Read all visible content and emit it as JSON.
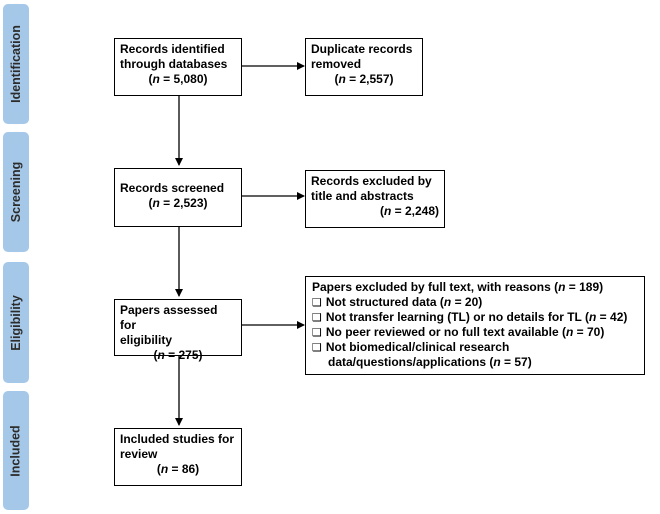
{
  "phases": {
    "identification": "Identification",
    "screening": "Screening",
    "eligibility": "Eligibility",
    "included": "Included"
  },
  "records_identified": {
    "line1": "Records identified",
    "line2": "through databases",
    "n_label": "n",
    "n_value": " = 5,080)"
  },
  "duplicates": {
    "line1": "Duplicate records",
    "line2": "removed",
    "n_label": "n",
    "n_value": " = 2,557)"
  },
  "screened": {
    "line1": "Records screened",
    "n_label": "n",
    "n_value": " = 2,523)"
  },
  "excluded_title": {
    "line1": "Records excluded by",
    "line2": "title and abstracts",
    "n_label": "n",
    "n_value": " = 2,248)"
  },
  "assessed": {
    "line1": "Papers assessed for",
    "line2": "eligibility",
    "n_label": "n",
    "n_value": " = 275)"
  },
  "excluded_fulltext": {
    "header": "Papers excluded by full text, with reasons (",
    "header_n": "n",
    "header_value": " = 189)",
    "reasons": [
      {
        "text": "Not structured data (",
        "n": "n",
        "value": " = 20)"
      },
      {
        "text": "Not transfer learning (TL) or no details for TL (",
        "n": "n",
        "value": " = 42)"
      },
      {
        "text": "No peer reviewed or no full text available (",
        "n": "n",
        "value": " = 70)"
      },
      {
        "text": "Not biomedical/clinical research",
        "text2": "data/questions/applications (",
        "n": "n",
        "value": " = 57)"
      }
    ]
  },
  "included": {
    "line1": "Included studies for",
    "line2": "review",
    "n_label": "n",
    "n_value": " = 86)"
  }
}
